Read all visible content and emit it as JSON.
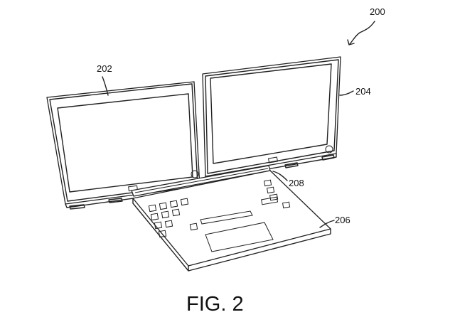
{
  "figure": {
    "caption": "FIG. 2",
    "refs": {
      "system": "200",
      "left_display": "202",
      "right_display": "204",
      "base": "206",
      "hinge": "208"
    }
  }
}
